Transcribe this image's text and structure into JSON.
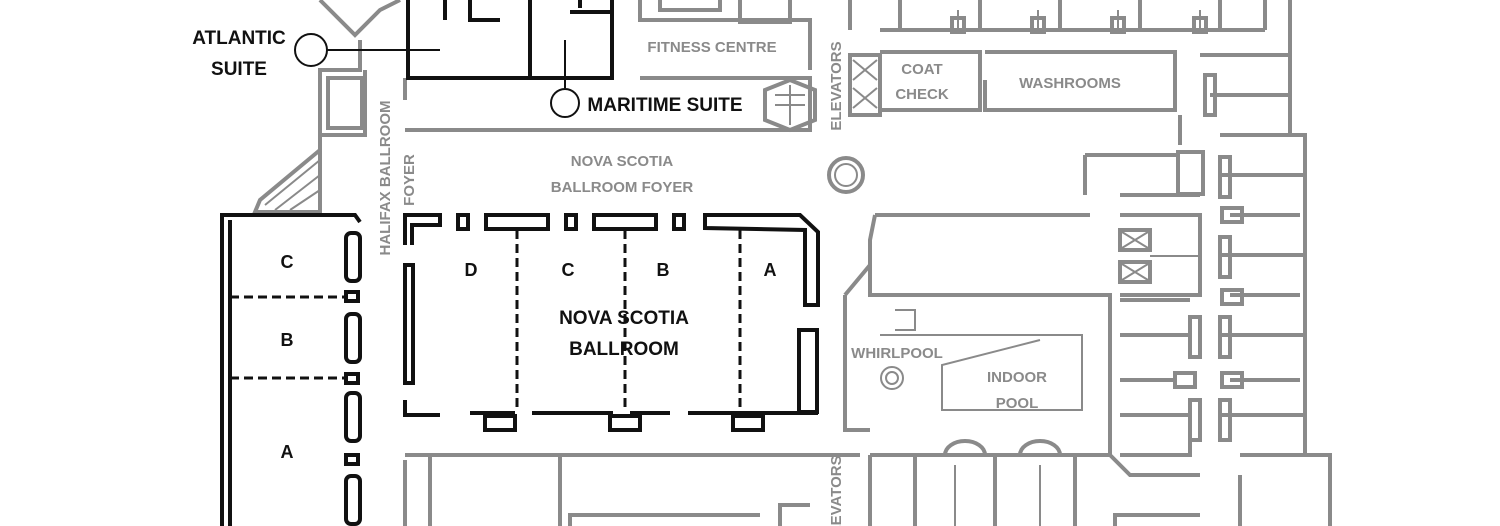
{
  "floor_plan": {
    "labels": {
      "atlantic_suite": [
        "ATLANTIC",
        "SUITE"
      ],
      "maritime_suite": "MARITIME SUITE",
      "fitness_centre": "FITNESS CENTRE",
      "nova_scotia_foyer": [
        "NOVA SCOTIA",
        "BALLROOM FOYER"
      ],
      "halifax_foyer": [
        "HALIFAX BALLROOM",
        "FOYER"
      ],
      "elevators_top": "ELEVATORS",
      "elevators_bottom": "ELEVATORS",
      "coat_check": [
        "COAT",
        "CHECK"
      ],
      "washrooms": "WASHROOMS",
      "whirlpool": "WHIRLPOOL",
      "indoor_pool": [
        "INDOOR",
        "POOL"
      ],
      "nova_scotia_ballroom": [
        "NOVA SCOTIA",
        "BALLROOM"
      ]
    },
    "halifax_sections": [
      "C",
      "B",
      "A"
    ],
    "nova_scotia_sections": [
      "D",
      "C",
      "B",
      "A"
    ]
  }
}
